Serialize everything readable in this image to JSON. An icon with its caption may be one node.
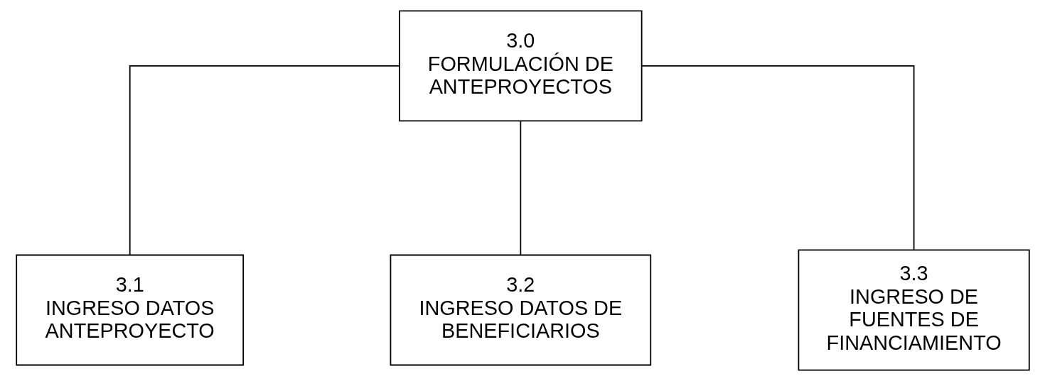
{
  "diagram": {
    "nodes": [
      {
        "text": [
          "3.0",
          "FORMULACIÓN DE ANTEPROYECTOS"
        ]
      },
      {
        "text": [
          "3.1",
          "INGRESO DATOS ANTEPROYECTO"
        ]
      },
      {
        "text": [
          "3.2",
          "INGRESO DATOS DE BENEFICIARIOS"
        ]
      },
      {
        "text": [
          "3.3",
          "INGRESO DE FUENTES DE FINANCIAMIENTO"
        ]
      }
    ],
    "edges": [
      {
        "from": 0,
        "to": 1,
        "arrow": "none"
      },
      {
        "from": 0,
        "to": 2,
        "arrow": "none"
      },
      {
        "from": 0,
        "to": 3,
        "arrow": "none"
      }
    ]
  }
}
